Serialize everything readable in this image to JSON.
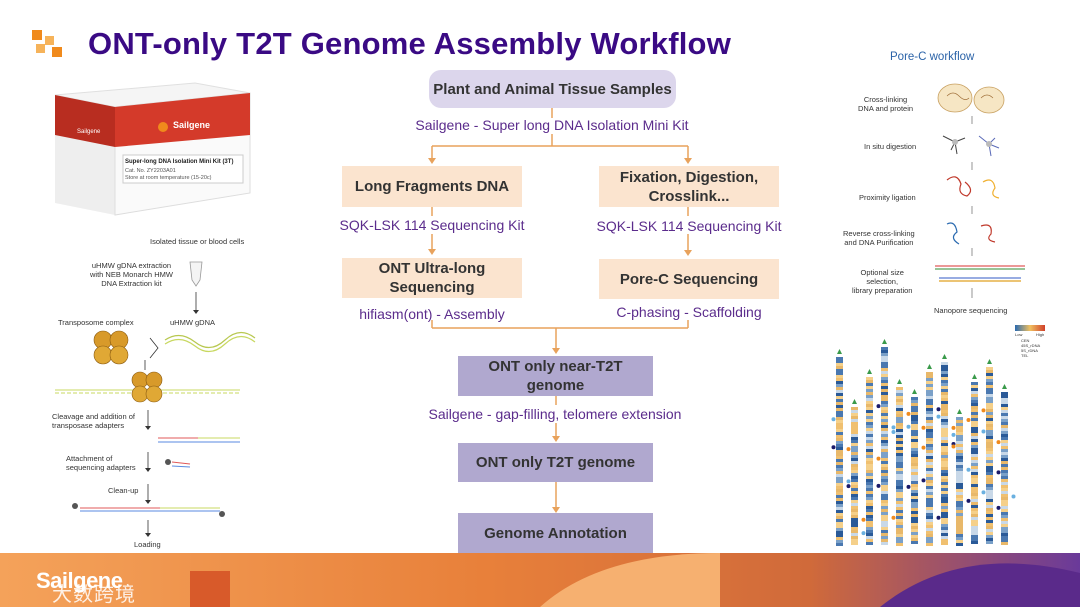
{
  "title": "ONT-only T2T Genome Assembly Workflow",
  "flow": {
    "samples": "Plant and Animal Tissue Samples",
    "isolation_kit": "Sailgene - Super long DNA Isolation Mini Kit",
    "long_fragments": "Long Fragments DNA",
    "fixation": "Fixation, Digestion, Crosslink...",
    "kit_left": "SQK-LSK 114 Sequencing Kit",
    "kit_right": "SQK-LSK 114 Sequencing Kit",
    "ont_ultralong": "ONT Ultra-long Sequencing",
    "porec_seq": "Pore-C Sequencing",
    "hifiasm": "hifiasm(ont) - Assembly",
    "cphasing": "C-phasing - Scaffolding",
    "near_t2t": "ONT only near-T2T genome",
    "gapfilling": "Sailgene - gap-filling, telomere extension",
    "t2t": "ONT only T2T genome",
    "annotation": "Genome Annotation"
  },
  "kit_box": {
    "brand": "Sailgene",
    "name": "Super-long DNA Isolation Mini Kit (3T)",
    "cat": "Cat. No. ZY2203A01",
    "store": "Store at room temperature (15-20c)"
  },
  "ultralong_protocol": {
    "start": "Isolated tissue or blood cells",
    "extraction": "uHMW gDNA extraction\nwith NEB Monarch HMW\nDNA Extraction kit",
    "transposome": "Transposome complex",
    "gdna": "uHMW gDNA",
    "cleavage": "Cleavage and addition of\ntransposase adapters",
    "attachment": "Attachment of\nsequencing adapters",
    "cleanup": "Clean-up",
    "loading": "Loading"
  },
  "porec": {
    "title": "Pore-C workflow",
    "steps": [
      "Cross-linking\nDNA and protein",
      "In situ digestion",
      "Proximity ligation",
      "Reverse cross-linking\nand DNA Purification",
      "Optional size\nselection,\nlibrary preparation"
    ],
    "nanopore": "Nanopore sequencing"
  },
  "karyo_legend": {
    "low": "Low",
    "high": "High",
    "items": [
      "CEN",
      "45S_rDNA",
      "5S_rDNA",
      "TEL"
    ]
  },
  "footer": {
    "brand": "Sailgene",
    "watermark": "大数跨境"
  },
  "colors": {
    "title": "#3a0a84",
    "arrow": "#e8a25c",
    "label": "#5b2c8c",
    "lavender": "#dcd6ec",
    "peach": "#fbe4cf",
    "purple": "#b0a8cf"
  }
}
